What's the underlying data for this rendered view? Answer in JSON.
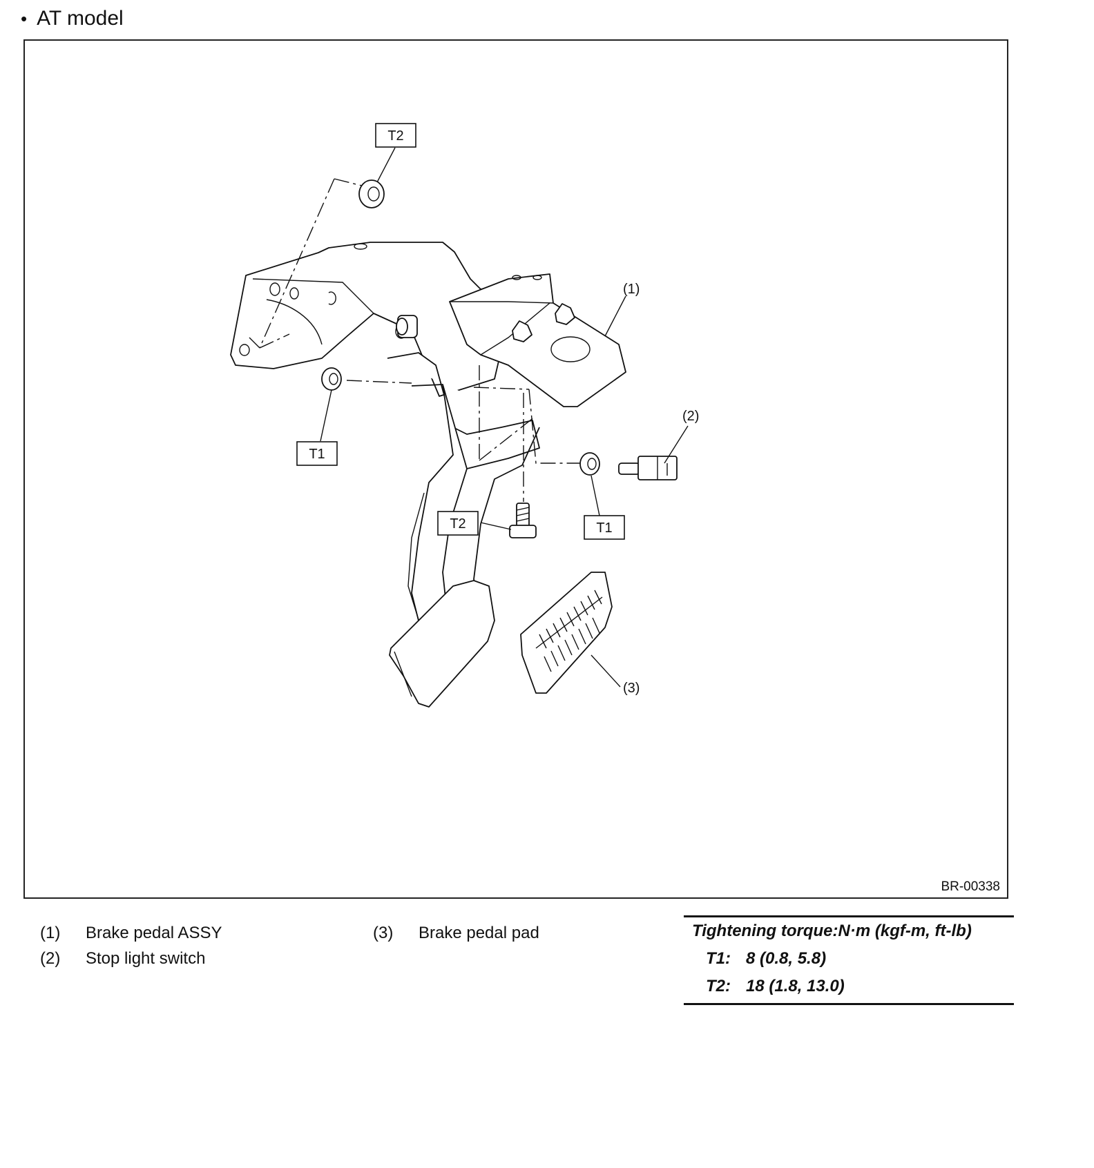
{
  "heading": {
    "bullet": "•",
    "text": "AT model"
  },
  "figure": {
    "id": "BR-00338",
    "callouts": {
      "c1": "(1)",
      "c2": "(2)",
      "c3": "(3)",
      "t2_top": "T2",
      "t1_left": "T1",
      "t2_bolt": "T2",
      "t1_right": "T1"
    }
  },
  "legend": [
    {
      "num": "(1)",
      "label": "Brake pedal ASSY"
    },
    {
      "num": "(2)",
      "label": "Stop light switch"
    },
    {
      "num": "(3)",
      "label": "Brake pedal pad"
    }
  ],
  "torque": {
    "title": "Tightening torque:N·m (kgf-m, ft-lb)",
    "rows": [
      {
        "key": "T1:",
        "value": "8 (0.8, 5.8)"
      },
      {
        "key": "T2:",
        "value": "18 (1.8, 13.0)"
      }
    ]
  }
}
